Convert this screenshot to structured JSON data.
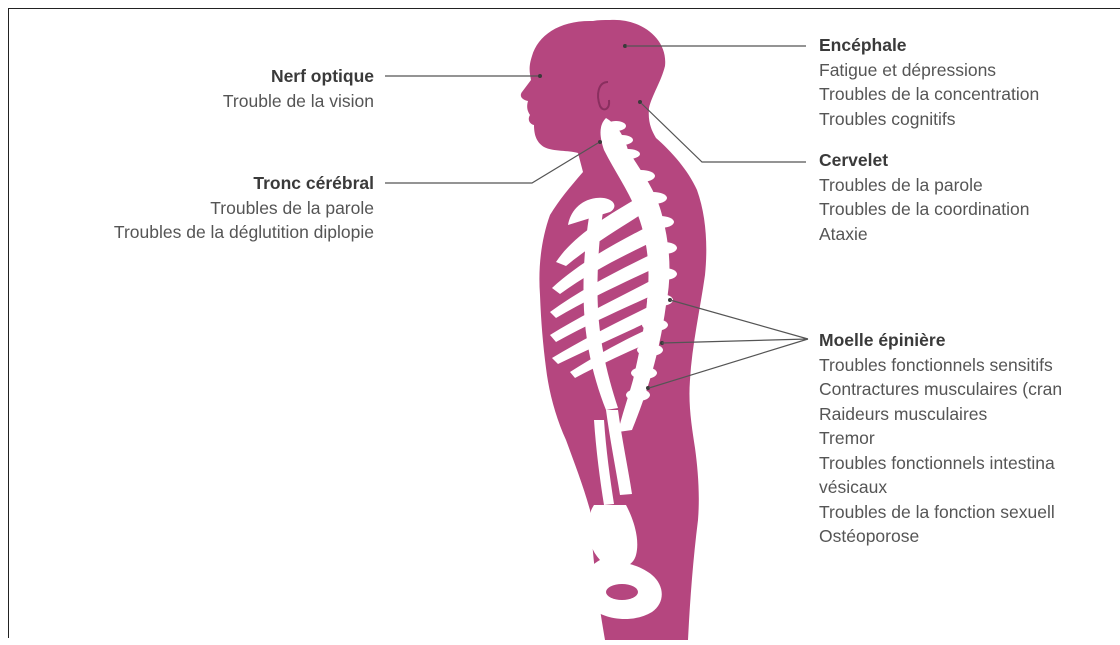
{
  "figure": {
    "body_color": "#b5467f",
    "skeleton_color": "#ffffff",
    "line_color": "#555555"
  },
  "labels": {
    "nerf_optique": {
      "title": "Nerf optique",
      "lines": [
        "Trouble de la vision"
      ]
    },
    "tronc_cerebral": {
      "title": "Tronc cérébral",
      "lines": [
        "Troubles de la parole",
        "Troubles de la déglutition diplopie"
      ]
    },
    "encephale": {
      "title": "Encéphale",
      "lines": [
        "Fatigue et dépressions",
        "Troubles de la concentration",
        "Troubles cognitifs"
      ]
    },
    "cervelet": {
      "title": "Cervelet",
      "lines": [
        "Troubles de la parole",
        "Troubles de la coordination",
        "Ataxie"
      ]
    },
    "moelle_epiniere": {
      "title": "Moelle épinière",
      "lines": [
        "Troubles fonctionnels sensitifs",
        "Contractures musculaires (cran",
        "Raideurs musculaires",
        "Tremor",
        "Troubles fonctionnels intestina",
        "vésicaux",
        "Troubles de la fonction sexuell",
        "Ostéoporose"
      ]
    }
  }
}
